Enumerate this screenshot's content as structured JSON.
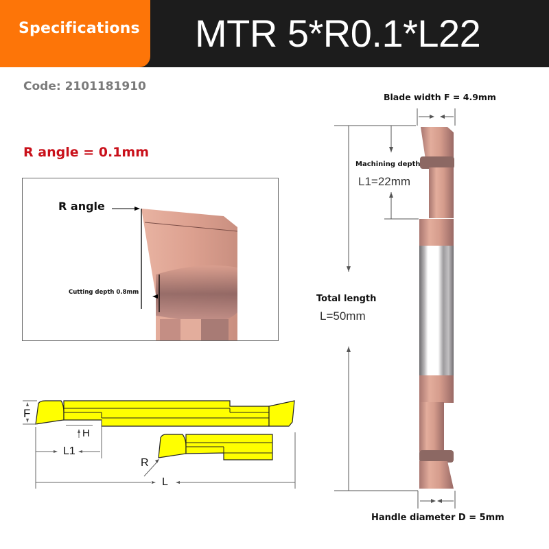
{
  "header": {
    "tab_label": "Specifications",
    "title": "MTR 5*R0.1*L22",
    "colors": {
      "tab": "#fd7508",
      "bar": "#1c1c1c"
    }
  },
  "code": "Code: 2101181910",
  "r_angle_title": "R angle = 0.1mm",
  "detail_view": {
    "r_angle_label": "R angle",
    "cutting_depth_label": "Cutting depth 0.8mm"
  },
  "schematic": {
    "labels": {
      "F": "F",
      "H": "H",
      "L1": "L1",
      "R": "R",
      "L": "L"
    },
    "fill_color": "#ffff00"
  },
  "side_view": {
    "blade_width": "Blade width F = 4.9mm",
    "machining_depth_label": "Machining depth",
    "machining_depth_value": "L1=22mm",
    "total_length_label": "Total length",
    "total_length_value": "L=50mm",
    "handle_diameter": "Handle diameter D = 5mm"
  }
}
